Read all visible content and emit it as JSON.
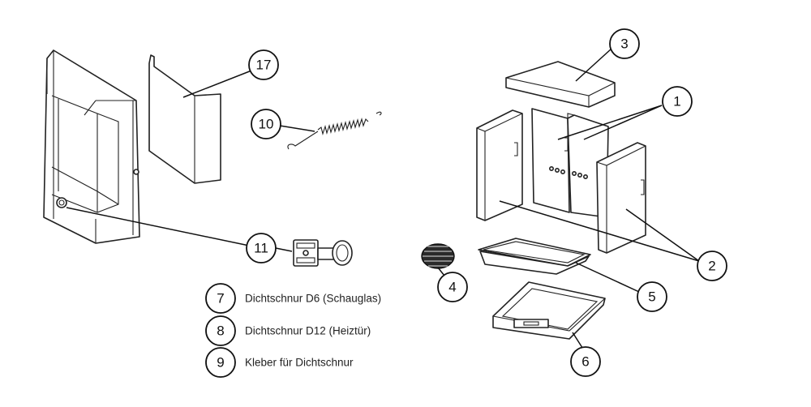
{
  "callouts": {
    "c1": "1",
    "c2": "2",
    "c3": "3",
    "c4": "4",
    "c5": "5",
    "c6": "6",
    "c10": "10",
    "c11": "11",
    "c17": "17"
  },
  "legend": [
    {
      "number": "7",
      "label": "Dichtschnur D6 (Schauglas)"
    },
    {
      "number": "8",
      "label": "Dichtschnur D12 (Heiztür)"
    },
    {
      "number": "9",
      "label": "Kleber für Dichtschnur"
    }
  ]
}
